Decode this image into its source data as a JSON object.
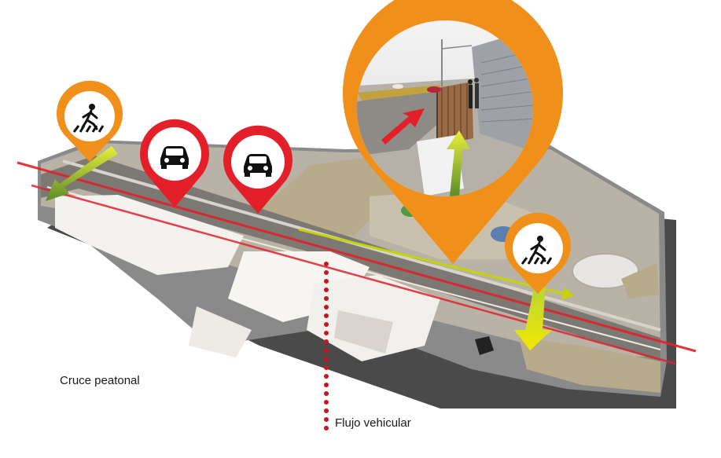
{
  "labels": {
    "pedestrian_crossing": "Cruce peatonal",
    "vehicle_flow": "Flujo vehicular"
  },
  "markers": [
    {
      "type": "pedestrian-crossing",
      "icon": "pedestrian-crossing-icon",
      "color": "#f0901a"
    },
    {
      "type": "vehicle",
      "icon": "car-icon",
      "color": "#e3202a"
    },
    {
      "type": "vehicle",
      "icon": "car-icon",
      "color": "#e3202a"
    },
    {
      "type": "street-view",
      "icon": "street-view-photo",
      "color": "#f0901a"
    },
    {
      "type": "pedestrian-crossing",
      "icon": "pedestrian-crossing-icon",
      "color": "#f0901a"
    }
  ],
  "colors": {
    "vehicle_flow": "#e3202a",
    "pedestrian_flow": "#c8d400",
    "marker_orange": "#f0901a",
    "marker_red": "#e3202a"
  }
}
